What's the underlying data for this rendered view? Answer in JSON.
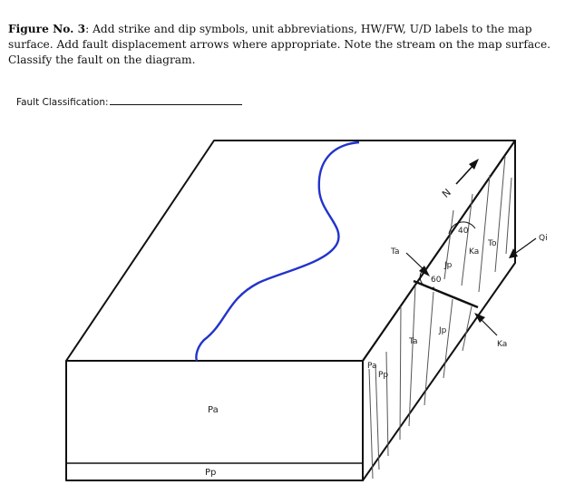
{
  "caption": {
    "label": "Figure No. 3",
    "text": ": Add strike and dip symbols, unit abbreviations, HW/FW, U/D labels to the map surface. Add fault displacement arrows where appropriate. Note the stream on the map surface. Classify the fault on the diagram."
  },
  "fault_classification": {
    "label": "Fault Classification:"
  },
  "diagram": {
    "front_labels": {
      "upper_unit": "Pa",
      "lower_unit": "Pp"
    },
    "side_labels": {
      "pa_corner": "Pa",
      "pp_corner": "Pp",
      "ta_top": "Ta",
      "jp_top": "Jp",
      "ta_mid": "Ta",
      "jp_mid": "Jp",
      "ka_top": "Ka",
      "to_top": "To",
      "qi": "Qi",
      "ka_bottom": "Ka"
    },
    "dip_values": {
      "upper": "40",
      "lower": "60"
    },
    "north_label": "N",
    "colors": {
      "stream": "#2233cc",
      "lines": "#111111",
      "strata": "#555555"
    }
  }
}
